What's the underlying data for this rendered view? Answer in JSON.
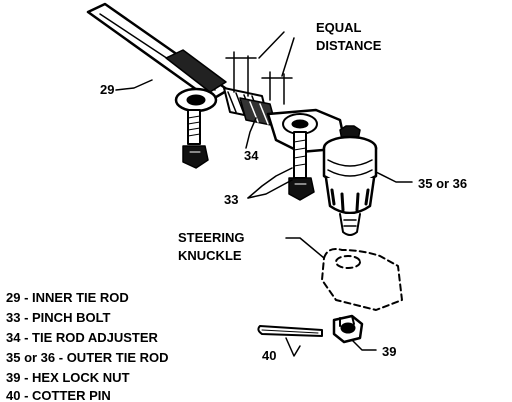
{
  "labels": {
    "equal_line1": "EQUAL",
    "equal_line2": "DISTANCE",
    "part_29": "29",
    "part_34": "34",
    "part_33": "33",
    "part_35_36": "35 or 36",
    "steering_line1": "STEERING",
    "steering_line2": "KNUCKLE",
    "part_40": "40",
    "part_39": "39"
  },
  "legend": {
    "items": [
      "29 - INNER TIE ROD",
      "33 - PINCH BOLT",
      "34 - TIE ROD ADJUSTER",
      "35 or 36 - OUTER TIE ROD",
      "39 - HEX LOCK NUT",
      "40 - COTTER PIN"
    ]
  },
  "colors": {
    "ink": "#000000",
    "paper": "#ffffff"
  }
}
